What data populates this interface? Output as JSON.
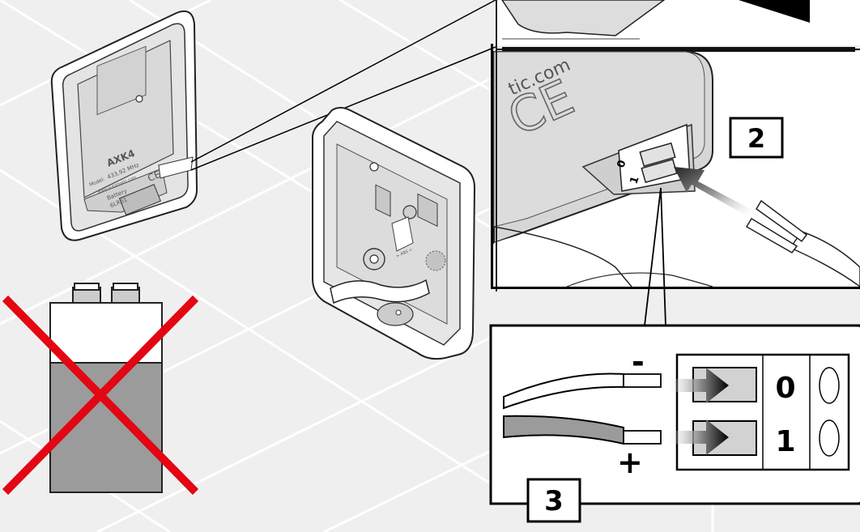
{
  "device": {
    "brand": "AXK4",
    "model_label": "Model:",
    "frequency": "433,92 MHz",
    "website_small": "www.automatic.com",
    "battery_label": "Battery",
    "battery_type": "6LR61",
    "ce_mark": "CE"
  },
  "housing": {
    "recycle_label": "> ABS <"
  },
  "detail": {
    "website_fragment": "tic.com",
    "ce_mark": "CE",
    "switch_pos_0": "0",
    "switch_pos_1": "1",
    "step_label": "2"
  },
  "wiring": {
    "minus_sign": "-",
    "plus_sign": "+",
    "terminal_0": "0",
    "terminal_1": "1",
    "step_label": "3"
  },
  "colors": {
    "prohibition": "#e30613",
    "background": "#efefef",
    "battery_body": "#9b9b9b"
  },
  "icons": [
    "prohibition-cross-icon",
    "insertion-arrow-icon"
  ]
}
